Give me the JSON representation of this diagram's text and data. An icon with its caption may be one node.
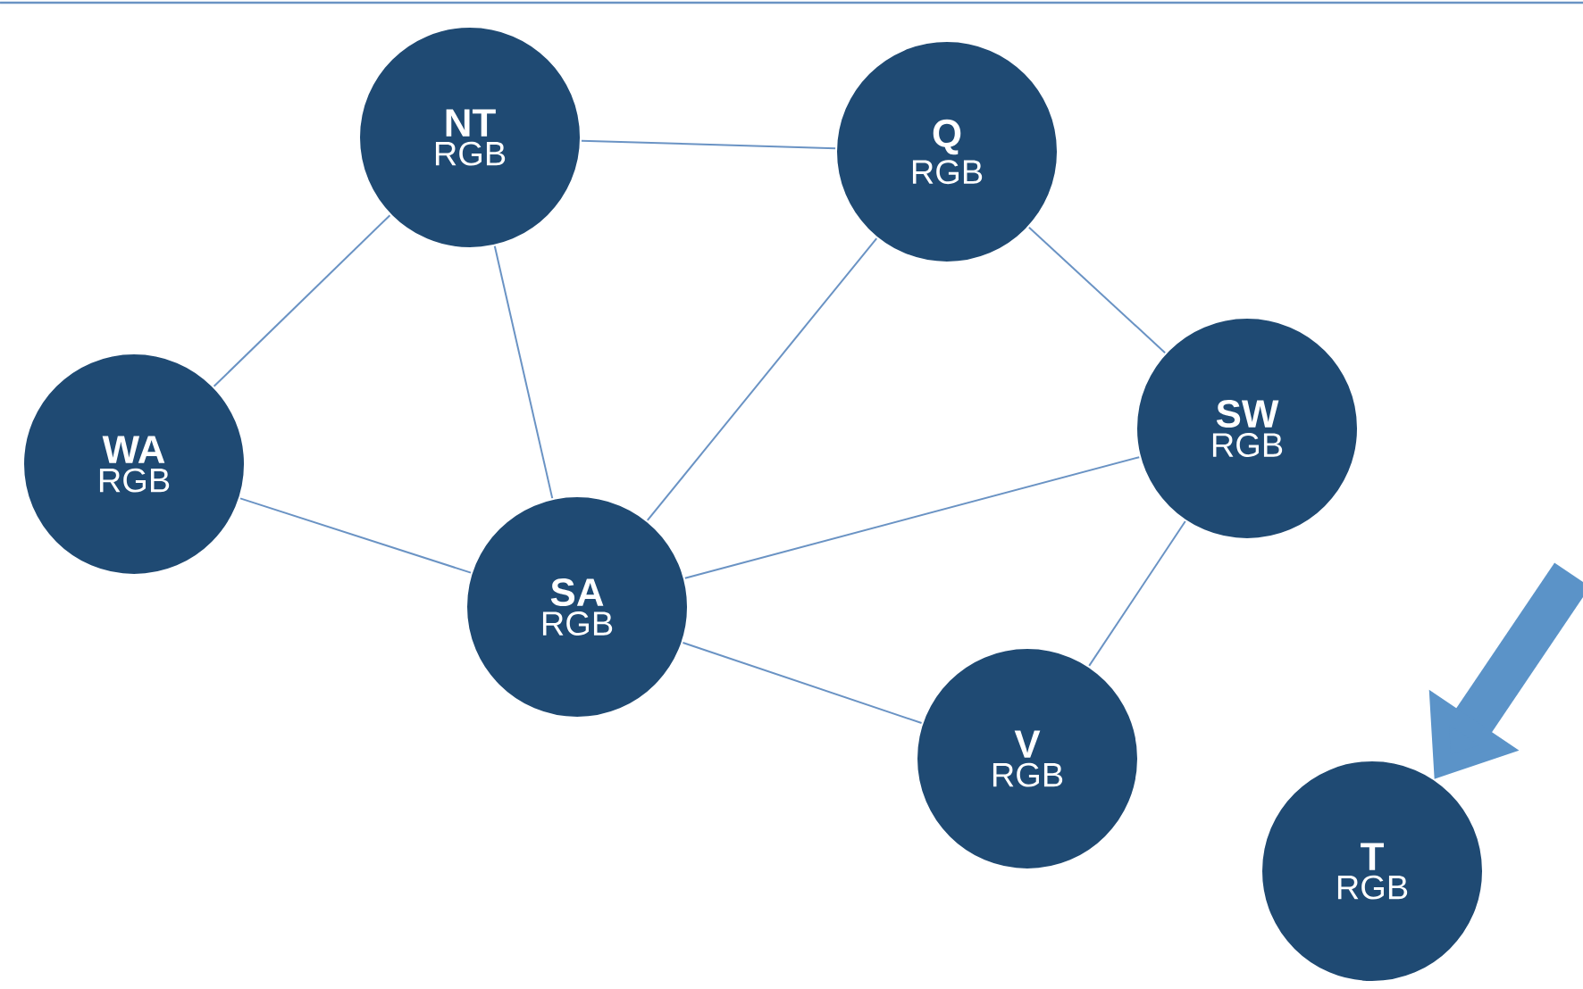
{
  "diagram": {
    "nodes": [
      {
        "text": [
          "NT",
          "RGB"
        ]
      },
      {
        "text": [
          "Q",
          "RGB"
        ]
      },
      {
        "text": [
          "WA",
          "RGB"
        ]
      },
      {
        "text": [
          "SW",
          "RGB"
        ]
      },
      {
        "text": [
          "SA",
          "RGB"
        ]
      },
      {
        "text": [
          "V",
          "RGB"
        ]
      },
      {
        "text": [
          "T",
          "RGB"
        ]
      }
    ],
    "edges": [
      {
        "from": 0,
        "to": 1,
        "arrow": "none"
      },
      {
        "from": 0,
        "to": 2,
        "arrow": "none"
      },
      {
        "from": 0,
        "to": 4,
        "arrow": "none"
      },
      {
        "from": 1,
        "to": 4,
        "arrow": "none"
      },
      {
        "from": 1,
        "to": 3,
        "arrow": "none"
      },
      {
        "from": 2,
        "to": 4,
        "arrow": "none"
      },
      {
        "from": 4,
        "to": 3,
        "arrow": "none"
      },
      {
        "from": 4,
        "to": 5,
        "arrow": "none"
      },
      {
        "from": 3,
        "to": 5,
        "arrow": "none"
      },
      {
        "from": null,
        "to": 6,
        "arrow": "to",
        "style": "thick",
        "color": "#5b93c8"
      }
    ]
  }
}
